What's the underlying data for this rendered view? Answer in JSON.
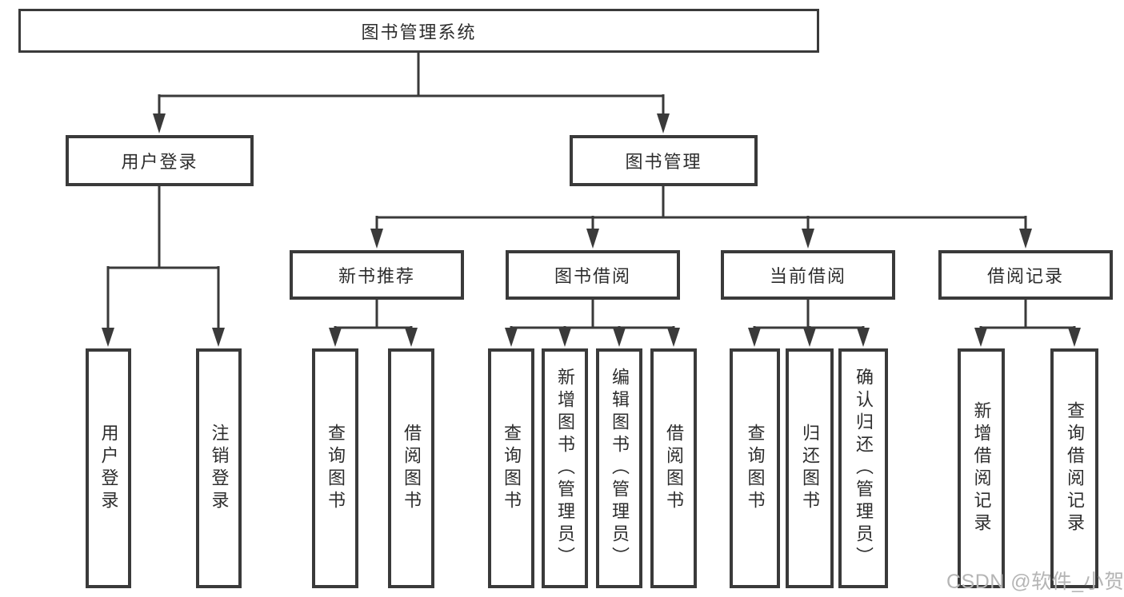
{
  "diagram": {
    "title": "图书管理系统",
    "tree": {
      "root": {
        "label": "图书管理系统"
      },
      "branches": [
        {
          "label": "用户登录",
          "children": [
            {
              "label": "用户登录"
            },
            {
              "label": "注销登录"
            }
          ]
        },
        {
          "label": "图书管理",
          "children": [
            {
              "label": "新书推荐",
              "children": [
                {
                  "label": "查询图书"
                },
                {
                  "label": "借阅图书"
                }
              ]
            },
            {
              "label": "图书借阅",
              "children": [
                {
                  "label": "查询图书"
                },
                {
                  "label": "新增图书（管理员）"
                },
                {
                  "label": "编辑图书（管理员）"
                },
                {
                  "label": "借阅图书"
                }
              ]
            },
            {
              "label": "当前借阅",
              "children": [
                {
                  "label": "查询图书"
                },
                {
                  "label": "归还图书"
                },
                {
                  "label": "确认归还（管理员）"
                }
              ]
            },
            {
              "label": "借阅记录",
              "children": [
                {
                  "label": "新增借阅记录"
                },
                {
                  "label": "查询借阅记录"
                }
              ]
            }
          ]
        }
      ]
    }
  },
  "watermark": {
    "text": "CSDN @软件_小贺同学"
  },
  "colors": {
    "line": "#3a3a3a",
    "box_border": "#3a3a3a",
    "box_fill": "#ffffff",
    "text": "#2d2d2d",
    "watermark": "#b5b5b5",
    "background": "#ffffff"
  }
}
